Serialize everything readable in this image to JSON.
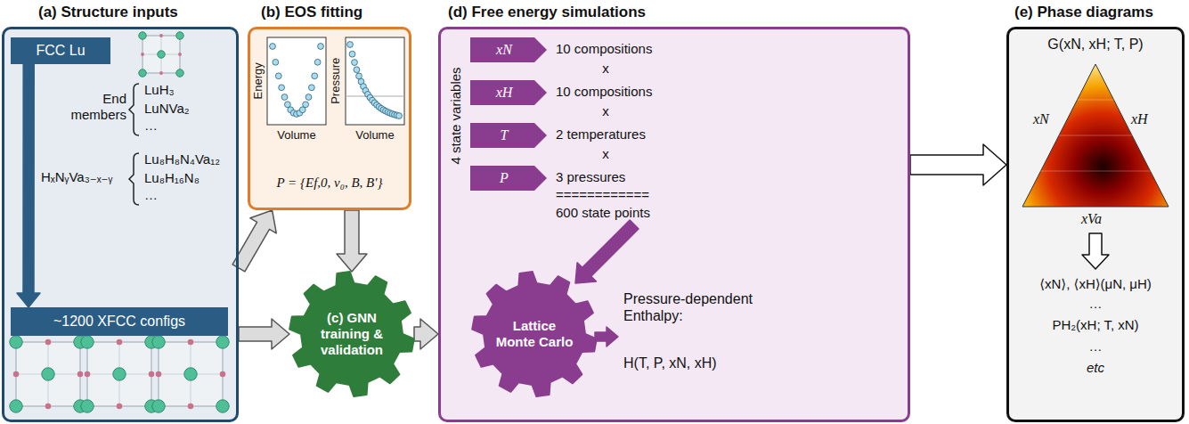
{
  "diagram": {
    "nodes": [
      {
        "text": [
          "(a) Structure inputs"
        ]
      },
      {
        "text": [
          "FCC Lu"
        ],
        "in": 0
      },
      {
        "text": [
          "~1200 XFCC configs"
        ],
        "in": 0
      },
      {
        "text": [
          "(b) EOS fitting"
        ]
      },
      {
        "text": [
          "(c) GNN training & validation"
        ]
      },
      {
        "text": [
          "(d) Free energy simulations"
        ]
      },
      {
        "text": [
          "xN"
        ],
        "in": 5
      },
      {
        "text": [
          "xH"
        ],
        "in": 5
      },
      {
        "text": [
          "T"
        ],
        "in": 5
      },
      {
        "text": [
          "P"
        ],
        "in": 5
      },
      {
        "text": [
          "Lattice Monte Carlo"
        ],
        "in": 5
      },
      {
        "text": [
          "(e) Phase diagrams"
        ]
      }
    ],
    "edges": [
      {
        "from": 0,
        "to": 3,
        "arrow": "to"
      },
      {
        "from": 0,
        "to": 4,
        "arrow": "to"
      },
      {
        "from": 3,
        "to": 4,
        "arrow": "to"
      },
      {
        "from": 4,
        "to": 5,
        "arrow": "to"
      },
      {
        "from": 5,
        "to": 11,
        "arrow": "to"
      },
      {
        "from": 1,
        "to": 2,
        "arrow": "to"
      }
    ],
    "labels": [
      "End members",
      "LuH₃",
      "LuNVa₂",
      "…",
      "HₓNᵧVa₃₋ₓ₋ᵧ",
      "Lu₈H₈N₄Va₁₂",
      "Lu₈H₁₆N₈",
      "…",
      "Energy",
      "Volume",
      "Pressure",
      "Volume",
      "P = {Ef,0, ν₀, B, B′}",
      "4 state variables",
      "10 compositions",
      "x",
      "10 compositions",
      "x",
      "2 temperatures",
      "x",
      "3 pressures",
      "============",
      "600 state points",
      "Pressure-dependent Enthalpy:",
      "H(T, P, xN, xH)",
      "G(xN, xH; T, P)",
      "xN",
      "xH",
      "xVa",
      "⟨xN⟩, ⟨xH⟩(μN, μH)",
      "…",
      "PH₂(xH; T, xN)",
      "…",
      "etc"
    ]
  }
}
